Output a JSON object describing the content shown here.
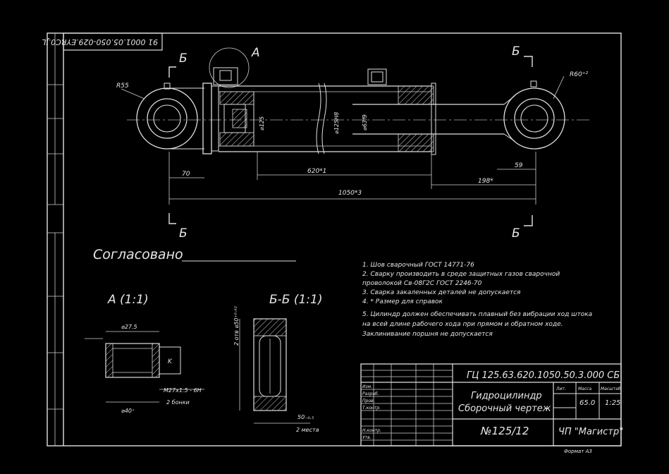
{
  "drawing": {
    "stamp_top": "91 0001.05.050-029.EYRC0.JL",
    "view_mark_a": "А",
    "section_mark": "Б",
    "dim_r55": "R55",
    "dim_r60": "R60⁺²",
    "dim_d125": "⌀125",
    "dim_d125h8": "⌀125H8",
    "dim_d63f9": "⌀63f9",
    "dim_70": "70",
    "dim_620": "620*1",
    "dim_1050": "1050*3",
    "dim_59": "59",
    "dim_198": "198*",
    "approved": "Согласовано",
    "view_a_title": "А (1:1)",
    "view_a_d27": "⌀27.5",
    "view_a_d40": "⌀40⁺",
    "view_a_thread": "М27х1.5 - 6Н",
    "view_a_note": "2 бонки",
    "view_a_k": "K",
    "section_title": "Б-Б (1:1)",
    "section_dim": "2 отв ⌀50⁺⁰·⁶²",
    "section_dim50": "50₋₀.₅",
    "section_note": "2 места",
    "notes": [
      "1. Шов сварочный ГОСТ 14771-76",
      "2. Сварку производить в среде защитных газов сварочной",
      "проволокой Св-08Г2С ГОСТ 2246-70",
      "3. Сварка закаленных деталей не допускается",
      "4. * Размер для справок",
      "5. Цилиндр должен обеспечивать плавный без вибрации ход штока",
      "на всей длине рабочего хода при прямом и обратном ходе.",
      "Заклинивание поршня не допускается"
    ],
    "title_block": {
      "designation": "ГЦ 125.63.620.1050.50.3.000 СБ",
      "name_line1": "Гидроцилиндр",
      "name_line2": "Сборочный чертеж",
      "number": "№125/12",
      "company": "ЧП \"Магистр\"",
      "mass": "65.0",
      "scale": "1:25",
      "lit_header": "Лит.",
      "mass_header": "Масса",
      "scale_header": "Масштаб",
      "rows": [
        "Изм.",
        "Разраб.",
        "Пров.",
        "Т.контр.",
        "Н.контр.",
        "Утв."
      ],
      "format": "Формат А3"
    }
  }
}
